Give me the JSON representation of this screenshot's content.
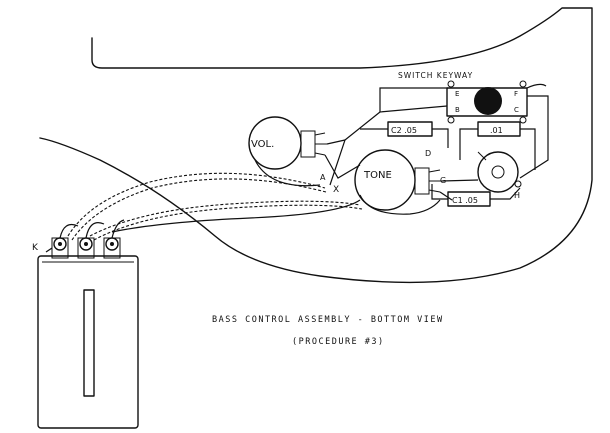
{
  "labels": {
    "switch_keyway": "SWITCH KEYWAY",
    "vol": "VOL.",
    "tone": "TONE",
    "c2": "C2 .05",
    "c1": "C1 .05",
    "cap_01": ".01",
    "pt_a": "A",
    "pt_x": "X",
    "pt_d": "D",
    "pt_g": "G",
    "pt_h": "H",
    "pt_k": "K",
    "sw_b": "B",
    "sw_e": "E",
    "sw_f": "F",
    "sw_c": "C"
  },
  "caption": {
    "line1": "BASS CONTROL ASSEMBLY - BOTTOM VIEW",
    "line2": "(PROCEDURE #3)"
  }
}
